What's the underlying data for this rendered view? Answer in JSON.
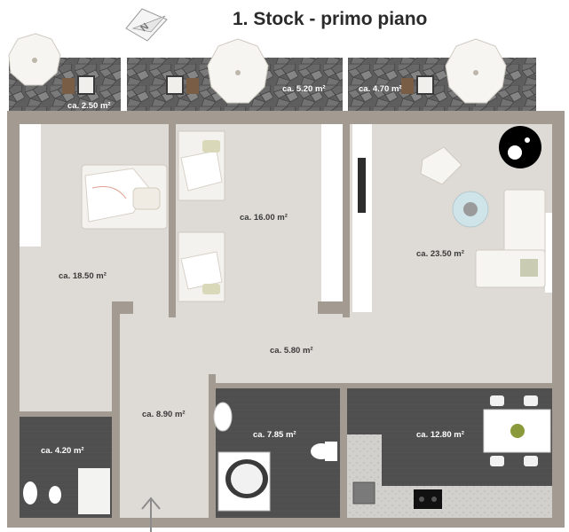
{
  "title": "1. Stock - primo piano",
  "areas": {
    "balcony_left": "ca. 2.50 m²",
    "balcony_center": "ca. 5.20 m²",
    "balcony_right": "ca. 4.70 m²",
    "bedroom_large": "ca. 18.50 m²",
    "bedroom_twin": "ca. 16.00 m²",
    "living_room": "ca. 23.50 m²",
    "corridor": "ca. 5.80 m²",
    "hall": "ca. 8.90 m²",
    "wc": "ca. 4.20 m²",
    "bathroom": "ca. 7.85 m²",
    "kitchen": "ca. 12.80 m²"
  },
  "colors": {
    "wall": "#a39b92",
    "floor": "#dedbd6",
    "dark_floor": "#4f4f4f",
    "balcony_stone": "#6d6d6d",
    "label_dark": "#3a3a3a",
    "label_light": "#ffffff"
  },
  "icons": [
    "north-arrow-icon",
    "entrance-arrow-icon"
  ]
}
